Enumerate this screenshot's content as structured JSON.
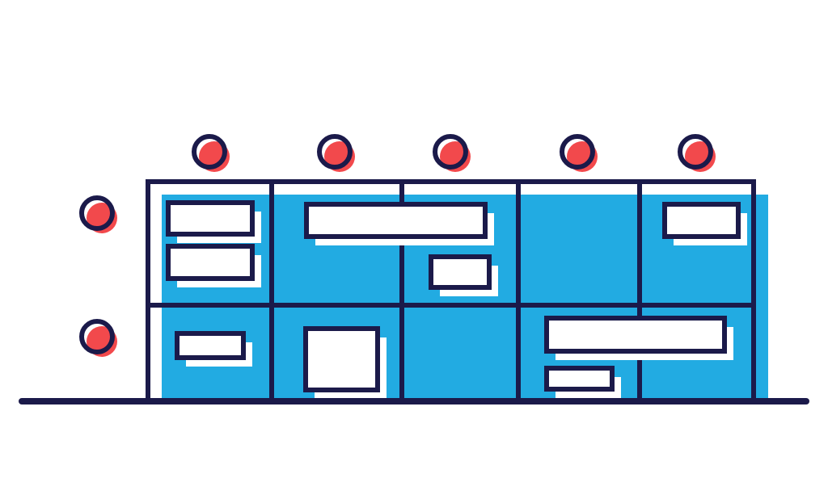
{
  "colors": {
    "background": "#ffffff",
    "board_fill": "#22ABE2",
    "outline": "#1B1A4A",
    "dot_fill": "#F2494C",
    "card_fill": "#ffffff",
    "shadow": "#ffffff"
  },
  "board": {
    "columns": 5,
    "rows": 2,
    "column_header_markers": 5,
    "row_header_markers": 2
  },
  "cards": [
    {
      "name": "card-a1-top",
      "column": 1,
      "row": 1
    },
    {
      "name": "card-a1-bottom",
      "column": 1,
      "row": 1
    },
    {
      "name": "card-b1-wide",
      "column": 2,
      "row": 1,
      "spans_columns": 2
    },
    {
      "name": "card-c1-small",
      "column": 3,
      "row": 1
    },
    {
      "name": "card-e1",
      "column": 5,
      "row": 1
    },
    {
      "name": "card-a2",
      "column": 1,
      "row": 2
    },
    {
      "name": "card-b2-square",
      "column": 2,
      "row": 2
    },
    {
      "name": "card-d2-wide",
      "column": 4,
      "row": 2,
      "spans_columns": 2
    },
    {
      "name": "card-d2-small",
      "column": 4,
      "row": 2
    }
  ]
}
